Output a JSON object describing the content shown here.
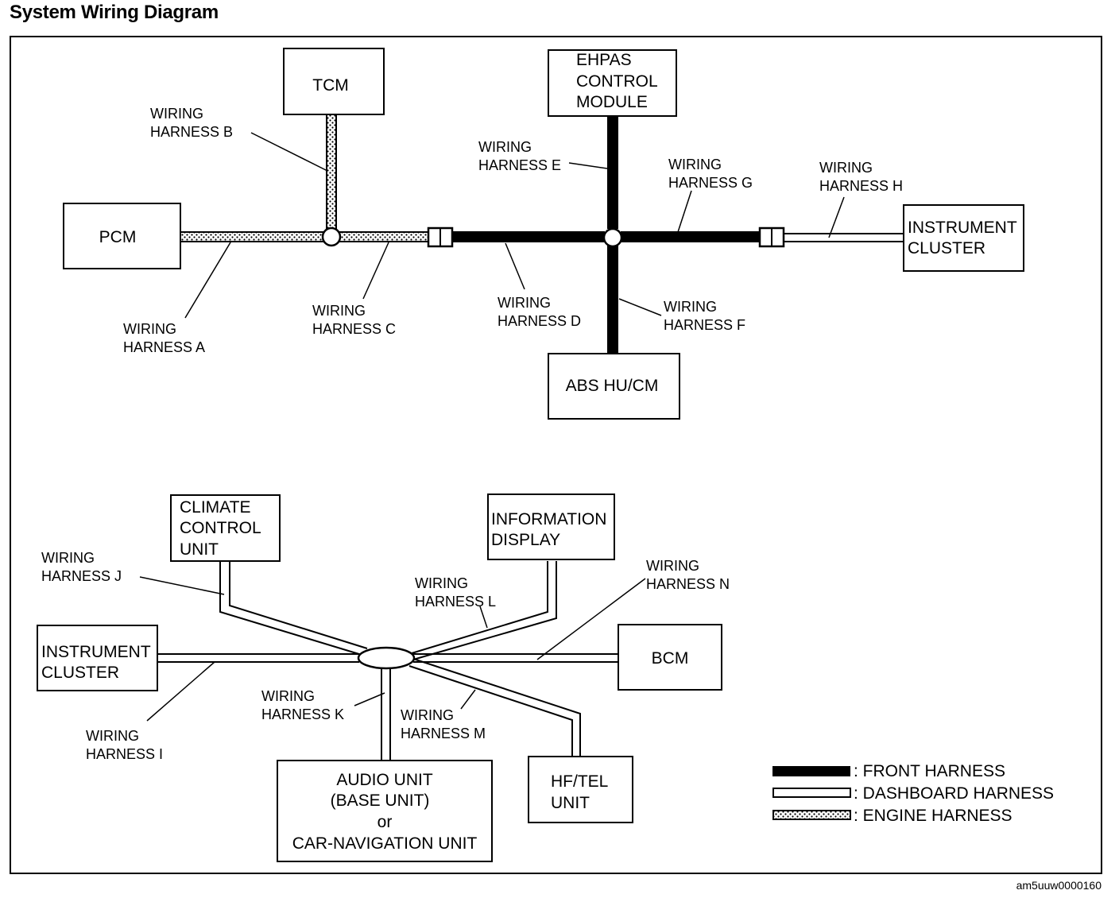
{
  "title": "System Wiring Diagram",
  "figure_code": "am5uuw0000160",
  "colors": {
    "ink": "#000000",
    "paper": "#ffffff"
  },
  "top_diagram": {
    "modules": {
      "tcm": [
        "TCM"
      ],
      "pcm": [
        "PCM"
      ],
      "ehpas": [
        "EHPAS",
        "CONTROL",
        "MODULE"
      ],
      "abs": [
        "ABS HU/CM"
      ],
      "instrument_cluster": [
        "INSTRUMENT",
        "CLUSTER"
      ]
    },
    "harness_labels": {
      "a": [
        "WIRING",
        "HARNESS A"
      ],
      "b": [
        "WIRING",
        "HARNESS B"
      ],
      "c": [
        "WIRING",
        "HARNESS C"
      ],
      "d": [
        "WIRING",
        "HARNESS D"
      ],
      "e": [
        "WIRING",
        "HARNESS E"
      ],
      "f": [
        "WIRING",
        "HARNESS F"
      ],
      "g": [
        "WIRING",
        "HARNESS G"
      ],
      "h": [
        "WIRING",
        "HARNESS H"
      ]
    }
  },
  "bottom_diagram": {
    "modules": {
      "climate": [
        "CLIMATE",
        "CONTROL",
        "UNIT"
      ],
      "info_display": [
        "INFORMATION",
        "DISPLAY"
      ],
      "instrument_cluster": [
        "INSTRUMENT",
        "CLUSTER"
      ],
      "bcm": [
        "BCM"
      ],
      "audio": [
        "AUDIO UNIT",
        "(BASE UNIT)",
        "or",
        "CAR-NAVIGATION UNIT"
      ],
      "hftel": [
        "HF/TEL",
        "UNIT"
      ]
    },
    "harness_labels": {
      "i": [
        "WIRING",
        "HARNESS I"
      ],
      "j": [
        "WIRING",
        "HARNESS J"
      ],
      "k": [
        "WIRING",
        "HARNESS K"
      ],
      "l": [
        "WIRING",
        "HARNESS L"
      ],
      "m": [
        "WIRING",
        "HARNESS M"
      ],
      "n": [
        "WIRING",
        "HARNESS N"
      ]
    }
  },
  "legend": [
    {
      "type": "front",
      "label": ": FRONT HARNESS"
    },
    {
      "type": "dashboard",
      "label": ": DASHBOARD HARNESS"
    },
    {
      "type": "engine",
      "label": ": ENGINE HARNESS"
    }
  ]
}
